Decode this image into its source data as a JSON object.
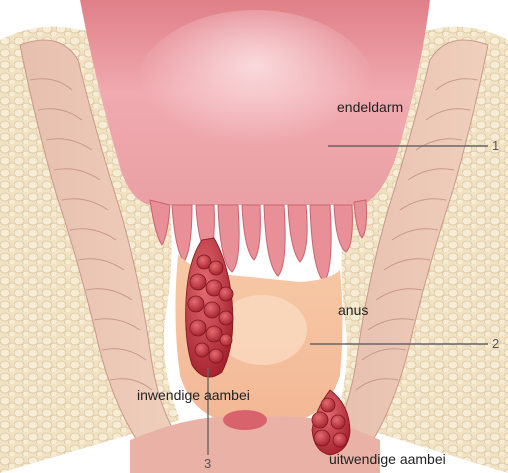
{
  "labels": {
    "rectum": "endeldarm",
    "anus": "anus",
    "internal": "inwendige aambei",
    "external": "uitwendige aambei"
  },
  "callouts": {
    "one": "1",
    "two": "2",
    "three": "3"
  }
}
